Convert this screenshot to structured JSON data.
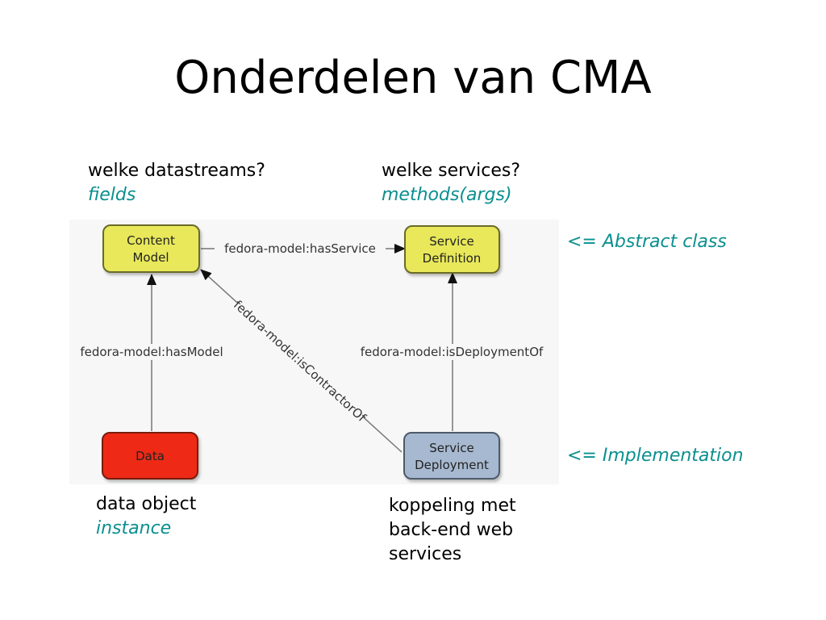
{
  "title": "Onderdelen van CMA",
  "notes": {
    "top_left": {
      "line": "welke datastreams?",
      "em": "fields"
    },
    "top_right": {
      "line": "welke services?",
      "em": "methods(args)"
    },
    "bottom_left": {
      "line": "data object",
      "em": "instance"
    },
    "bottom_right": {
      "lines": [
        "koppeling met",
        "back-end web",
        "services"
      ]
    }
  },
  "side_labels": {
    "abstract": "<= Abstract class",
    "implementation": "<= Implementation"
  },
  "diagram": {
    "nodes": {
      "content_model": {
        "lines": [
          "Content",
          "Model"
        ],
        "color": "#e8e85a"
      },
      "service_definition": {
        "lines": [
          "Service",
          "Definition"
        ],
        "color": "#e8e85a"
      },
      "data": {
        "lines": [
          "Data"
        ],
        "color": "#ee2a12"
      },
      "service_deployment": {
        "lines": [
          "Service",
          "Deployment"
        ],
        "color": "#a7b9d0"
      }
    },
    "edges": {
      "has_service": "fedora-model:hasService",
      "has_model": "fedora-model:hasModel",
      "is_deployment_of": "fedora-model:isDeploymentOf",
      "is_contractor_of": "fedora-model:isContractorOf"
    },
    "background": "#f7f7f7"
  },
  "colors": {
    "accent_text": "#0b8f8f"
  }
}
